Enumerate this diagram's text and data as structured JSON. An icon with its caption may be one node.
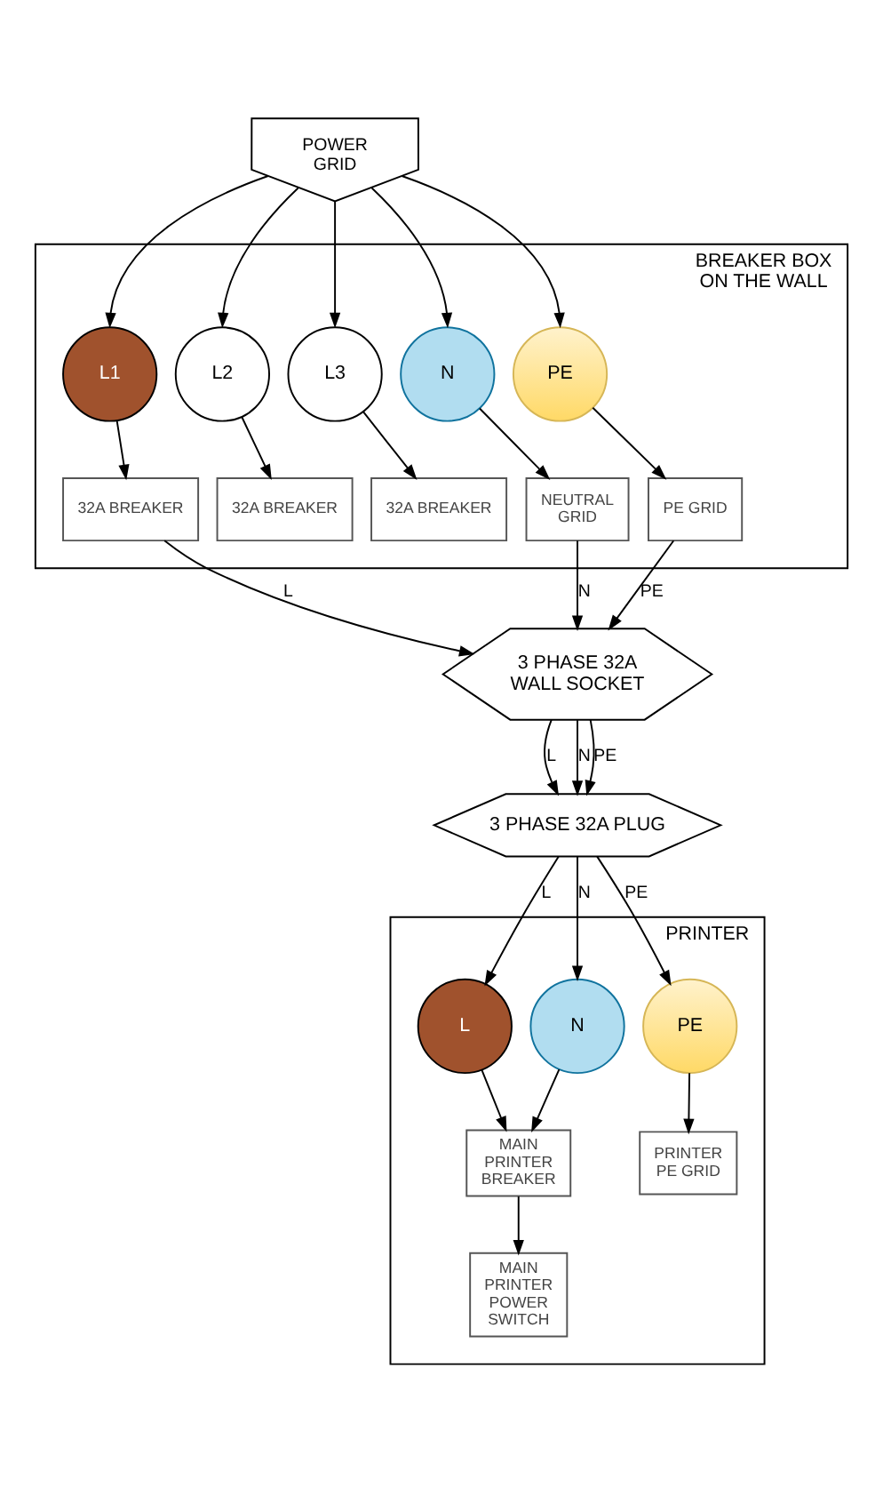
{
  "diagram": {
    "nodes": [
      {
        "text": [
          "POWER GRID"
        ]
      },
      {
        "text": [
          "BREAKER BOX ON THE WALL"
        ]
      },
      {
        "text": [
          "L1"
        ],
        "in": 1
      },
      {
        "text": [
          "L2"
        ],
        "in": 1
      },
      {
        "text": [
          "L3"
        ],
        "in": 1
      },
      {
        "text": [
          "N"
        ],
        "in": 1
      },
      {
        "text": [
          "PE"
        ],
        "in": 1
      },
      {
        "text": [
          "32A BREAKER"
        ],
        "in": 1
      },
      {
        "text": [
          "32A BREAKER"
        ],
        "in": 1
      },
      {
        "text": [
          "32A BREAKER"
        ],
        "in": 1
      },
      {
        "text": [
          "NEUTRAL GRID"
        ],
        "in": 1
      },
      {
        "text": [
          "PE GRID"
        ],
        "in": 1
      },
      {
        "text": [
          "3 PHASE 32A WALL SOCKET"
        ]
      },
      {
        "text": [
          "3 PHASE 32A PLUG"
        ]
      },
      {
        "text": [
          "PRINTER"
        ]
      },
      {
        "text": [
          "L"
        ],
        "in": 14
      },
      {
        "text": [
          "N"
        ],
        "in": 14
      },
      {
        "text": [
          "PE"
        ],
        "in": 14
      },
      {
        "text": [
          "MAIN PRINTER BREAKER"
        ],
        "in": 14
      },
      {
        "text": [
          "PRINTER PE GRID"
        ],
        "in": 14
      },
      {
        "text": [
          "MAIN PRINTER POWER SWITCH"
        ],
        "in": 14
      }
    ],
    "edges": [
      {
        "from": 0,
        "to": 2,
        "arrow": "to"
      },
      {
        "from": 0,
        "to": 3,
        "arrow": "to"
      },
      {
        "from": 0,
        "to": 4,
        "arrow": "to"
      },
      {
        "from": 0,
        "to": 5,
        "arrow": "to"
      },
      {
        "from": 0,
        "to": 6,
        "arrow": "to"
      },
      {
        "from": 2,
        "to": 7,
        "arrow": "to"
      },
      {
        "from": 3,
        "to": 8,
        "arrow": "to"
      },
      {
        "from": 4,
        "to": 9,
        "arrow": "to"
      },
      {
        "from": 5,
        "to": 10,
        "arrow": "to"
      },
      {
        "from": 6,
        "to": 11,
        "arrow": "to"
      },
      {
        "from": 7,
        "to": 12,
        "arrow": "to",
        "label": "L"
      },
      {
        "from": 10,
        "to": 12,
        "arrow": "to",
        "label": "N"
      },
      {
        "from": 11,
        "to": 12,
        "arrow": "to",
        "label": "PE"
      },
      {
        "from": 12,
        "to": 13,
        "arrow": "to",
        "label": "L"
      },
      {
        "from": 12,
        "to": 13,
        "arrow": "to",
        "label": "N"
      },
      {
        "from": 12,
        "to": 13,
        "arrow": "to",
        "label": "PE"
      },
      {
        "from": 13,
        "to": 15,
        "arrow": "to",
        "label": "L"
      },
      {
        "from": 13,
        "to": 16,
        "arrow": "to",
        "label": "N"
      },
      {
        "from": 13,
        "to": 17,
        "arrow": "to",
        "label": "PE"
      },
      {
        "from": 15,
        "to": 18,
        "arrow": "to"
      },
      {
        "from": 16,
        "to": 18,
        "arrow": "to"
      },
      {
        "from": 17,
        "to": 19,
        "arrow": "to"
      },
      {
        "from": 18,
        "to": 20,
        "arrow": "to"
      }
    ]
  }
}
